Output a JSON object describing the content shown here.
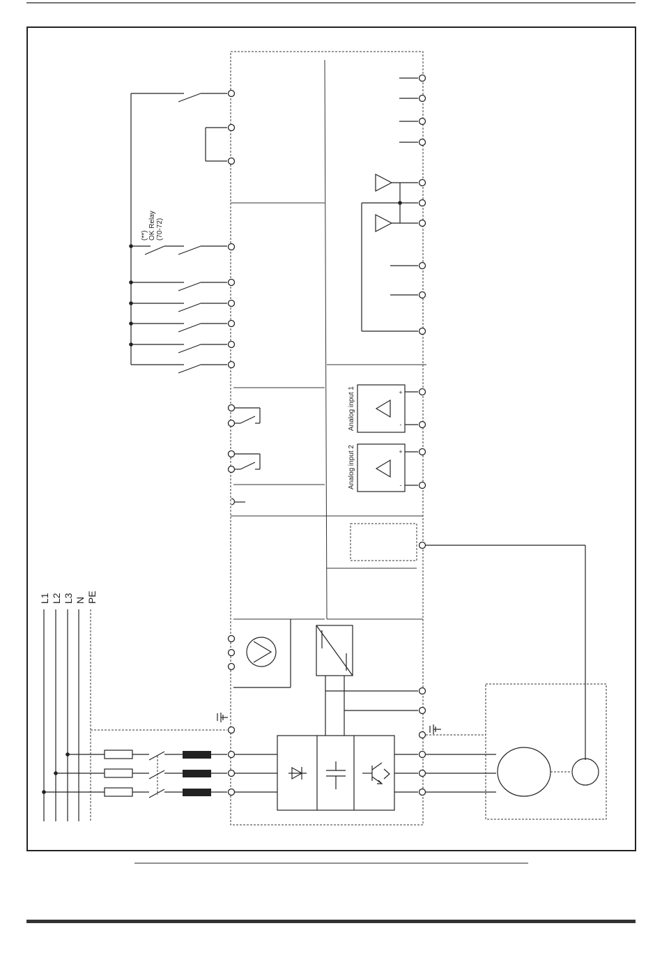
{
  "supply": {
    "l1": "L1",
    "l2": "L2",
    "l3": "L3",
    "n": "N",
    "pe": "PE"
  },
  "relay": {
    "note": "(**)",
    "name": "OK Relay",
    "terminals": "(70-72)"
  },
  "analog_inputs": {
    "input1_label": "Analog input 1",
    "input2_label": "Analog input 2",
    "plus": "+",
    "minus": "-"
  },
  "colors": {
    "line": "#222222",
    "page_rule": "#333333",
    "choke": "#222222"
  }
}
